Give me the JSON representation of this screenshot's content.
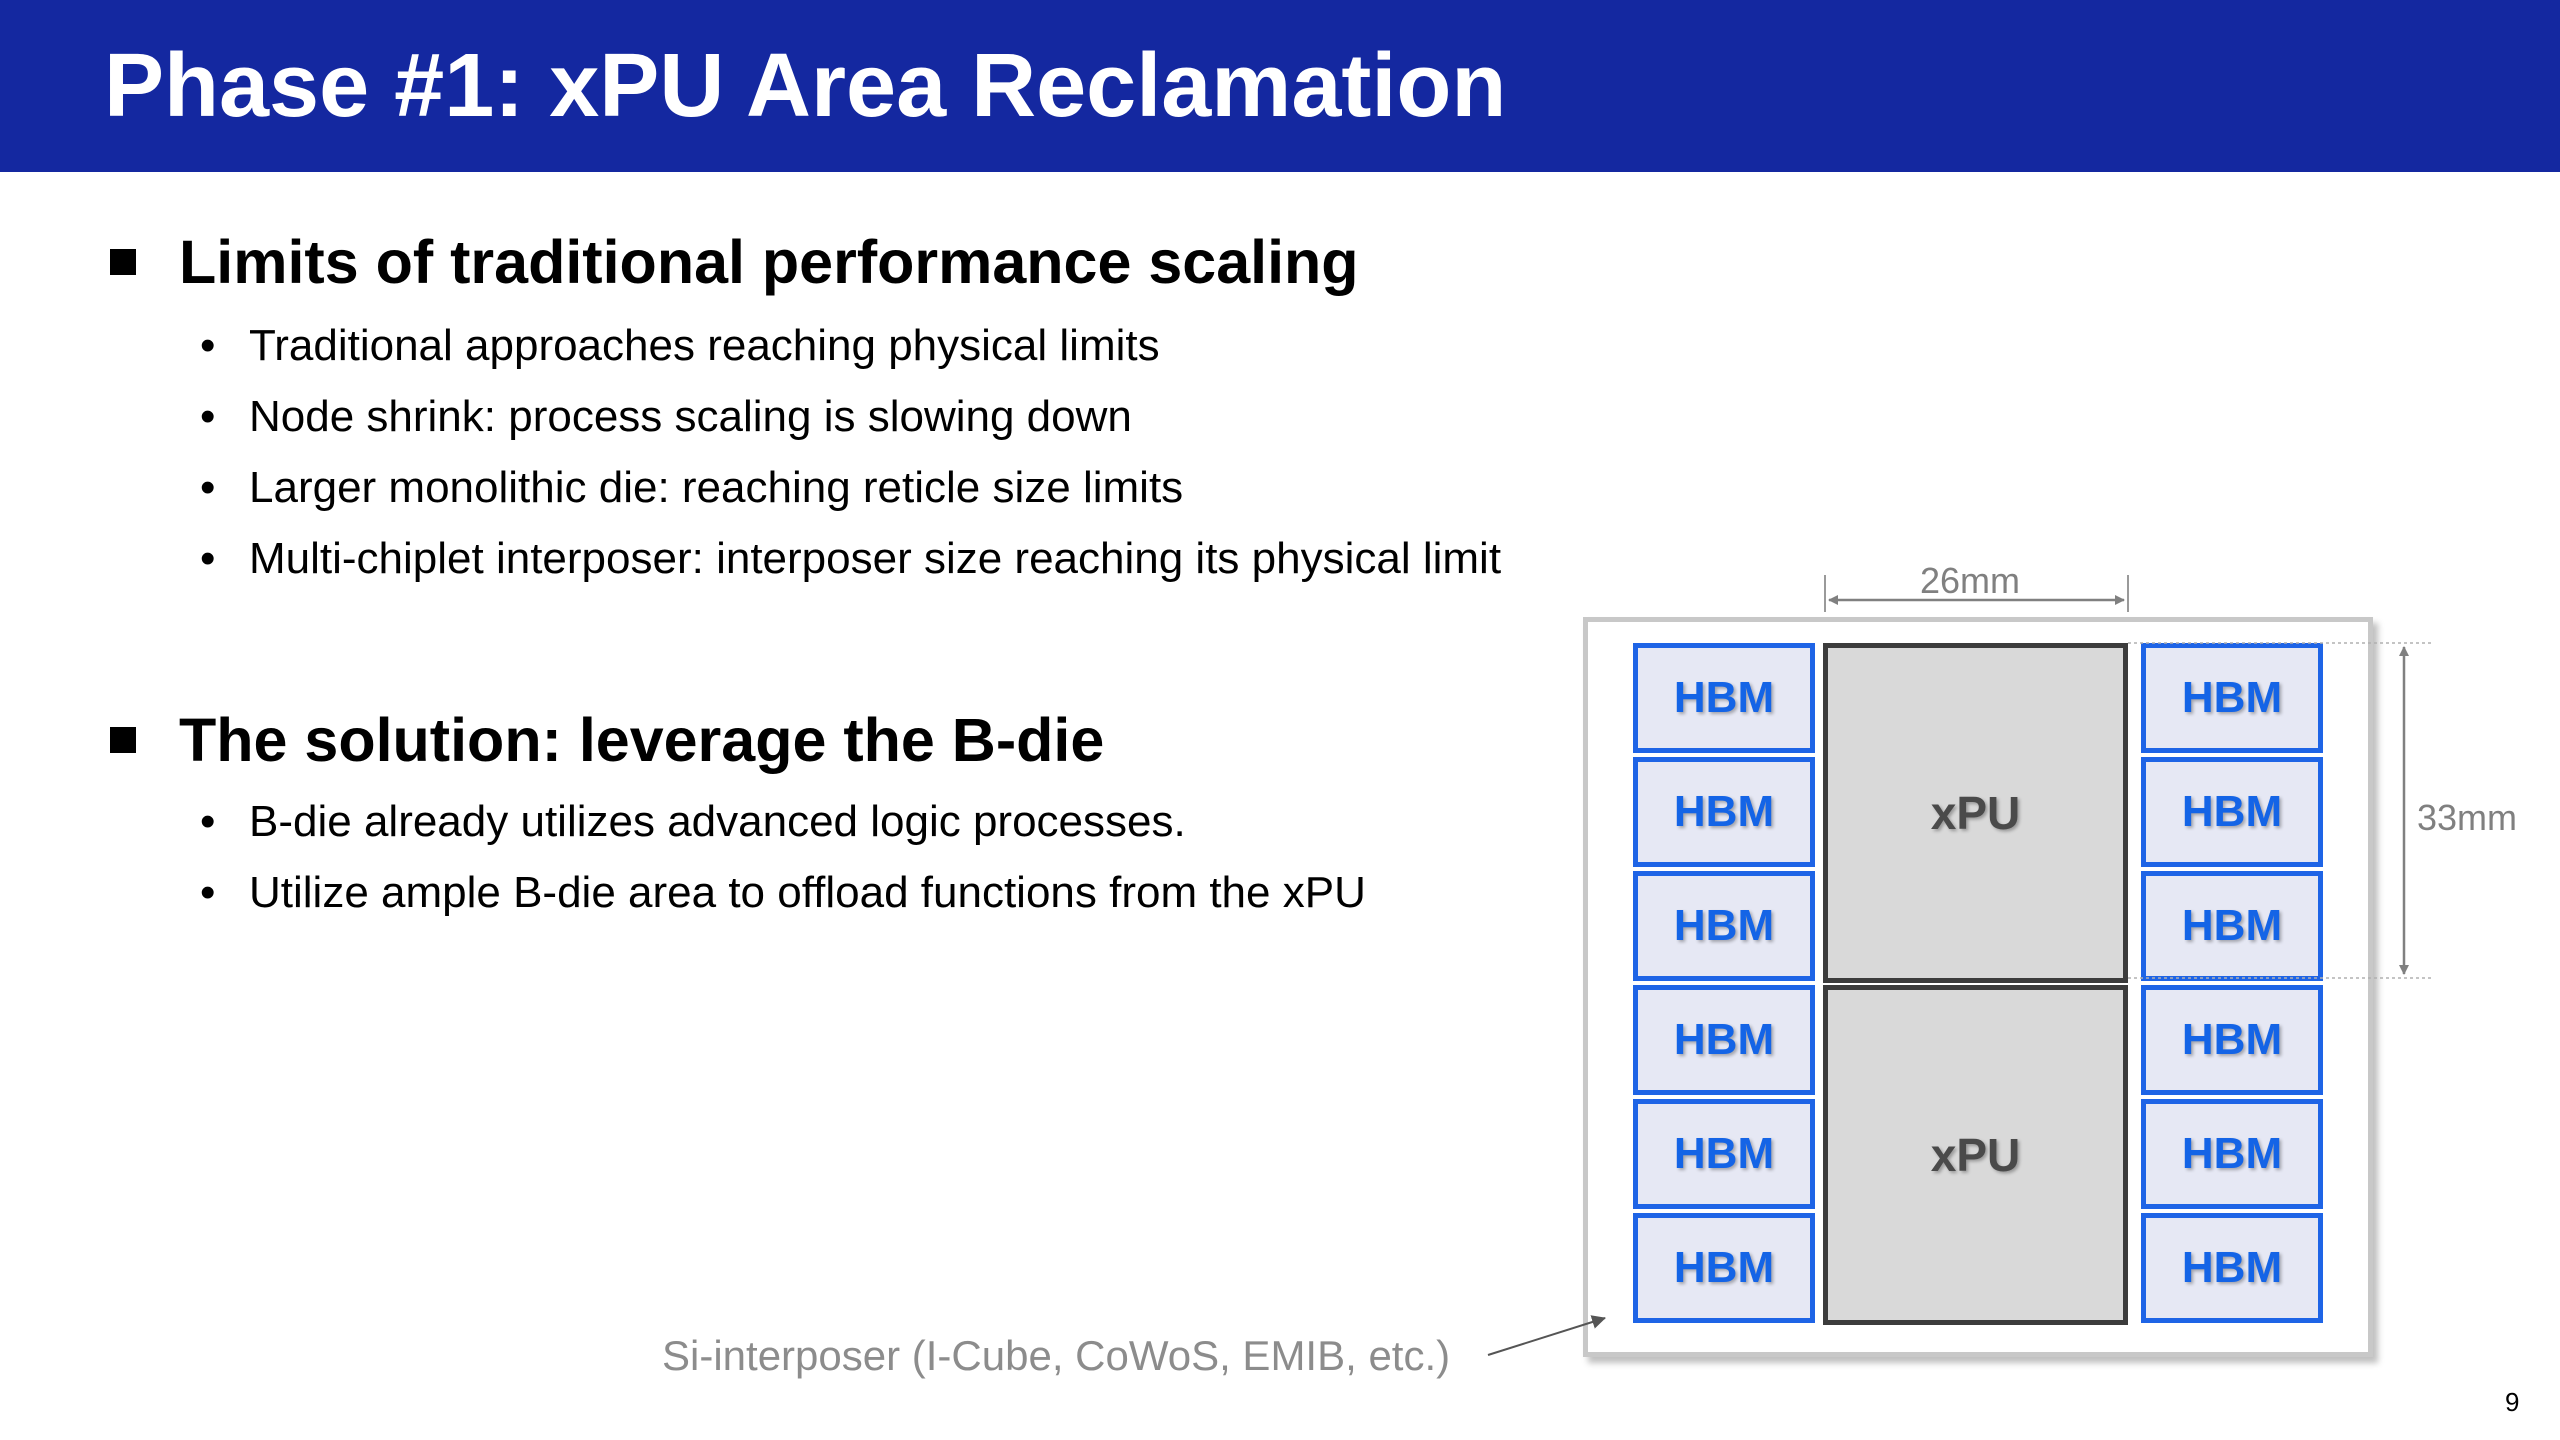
{
  "header": {
    "title": "Phase #1: xPU Area Reclamation",
    "bg_color": "#1428a0"
  },
  "sections": [
    {
      "heading": "Limits of traditional performance scaling",
      "bullets": [
        "Traditional approaches reaching physical limits",
        "Node shrink: process scaling is slowing down",
        "Larger monolithic die: reaching reticle size limits",
        "Multi-chiplet interposer: interposer size reaching its physical limit"
      ]
    },
    {
      "heading": "The solution: leverage the B-die",
      "bullets": [
        "B-die already utilizes advanced logic processes.",
        "Utilize ample B-die area to offload functions from the xPU"
      ]
    }
  ],
  "diagram": {
    "width_label": "26mm",
    "height_label": "33mm",
    "interposer_label": "Si-interposer (I-Cube, CoWoS, EMIB, etc.)",
    "hbm_label": "HBM",
    "xpu_label": "xPU",
    "hbm_color": "#1e64e6",
    "xpu_color": "#d9d9d9"
  },
  "page_number": "9"
}
